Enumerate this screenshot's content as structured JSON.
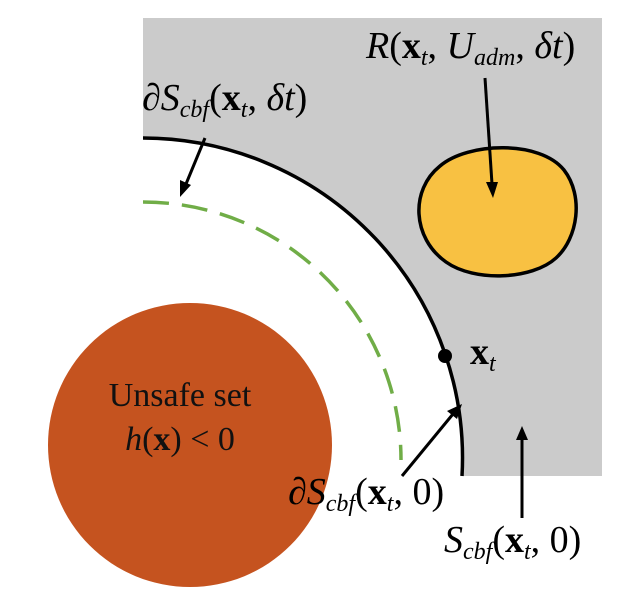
{
  "labels": {
    "reach_set": {
      "script_r": "R",
      "open": "(",
      "x": "x",
      "x_sub": "t",
      "comma1": ", ",
      "script_u": "U",
      "u_sub": "adm",
      "comma2": ", ",
      "delta_t": "δt",
      "close": ")"
    },
    "boundary_delta": {
      "partial": "∂",
      "s": "S",
      "s_sub": "cbf",
      "open": "(",
      "x": "x",
      "x_sub": "t",
      "comma": ", ",
      "delta_t": "δt",
      "close": ")"
    },
    "state": {
      "x": "x",
      "x_sub": "t"
    },
    "unsafe_set": {
      "line1": "Unsafe set",
      "h": "h",
      "open": "(",
      "x": "x",
      "close": ")",
      "rel": " < 0"
    },
    "boundary_zero": {
      "partial": "∂",
      "s": "S",
      "s_sub": "cbf",
      "open": "(",
      "x": "x",
      "x_sub": "t",
      "comma": ", ",
      "zero": "0",
      "close": ")"
    },
    "safe_set": {
      "s": "S",
      "s_sub": "cbf",
      "open": "(",
      "x": "x",
      "x_sub": "t",
      "comma": ", ",
      "zero": "0",
      "close": ")"
    }
  },
  "colors": {
    "safe_region_fill": "#cbcbcb",
    "boundary_stroke": "#000000",
    "dashed_boundary_stroke": "#70ad47",
    "reach_set_fill": "#f8c142",
    "unsafe_fill": "#c5531f",
    "text": "#000000"
  }
}
